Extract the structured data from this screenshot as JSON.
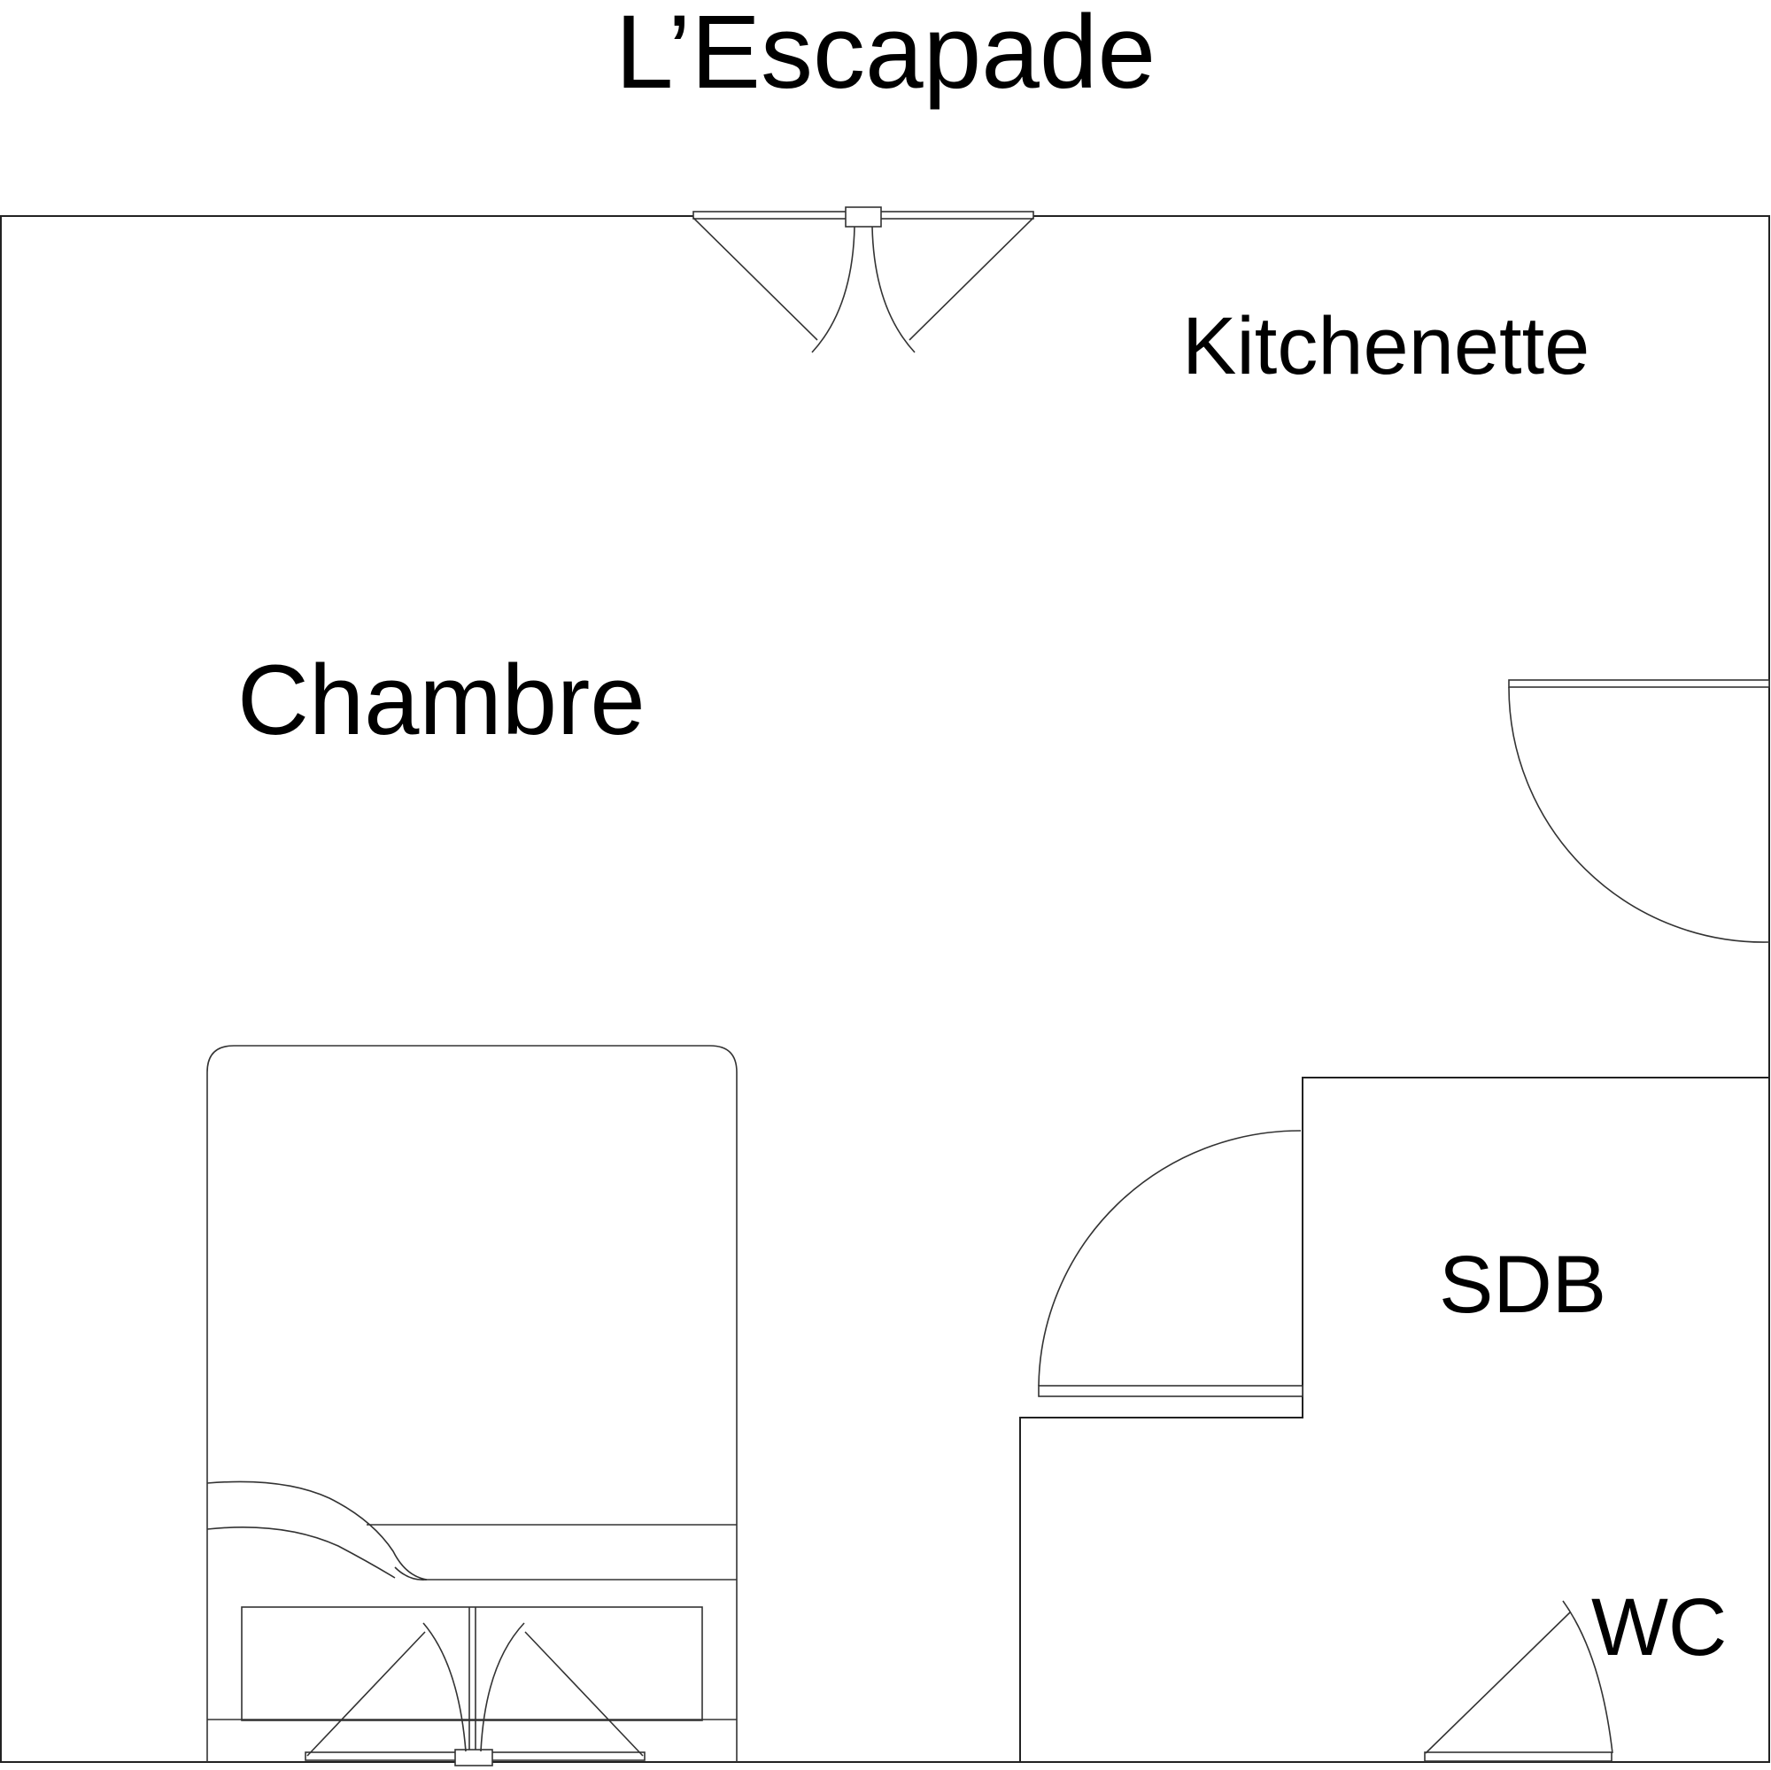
{
  "title": "L’Escapade",
  "rooms": {
    "kitchenette": "Kitchenette",
    "chambre": "Chambre",
    "sdb": "SDB",
    "wc": "WC"
  }
}
